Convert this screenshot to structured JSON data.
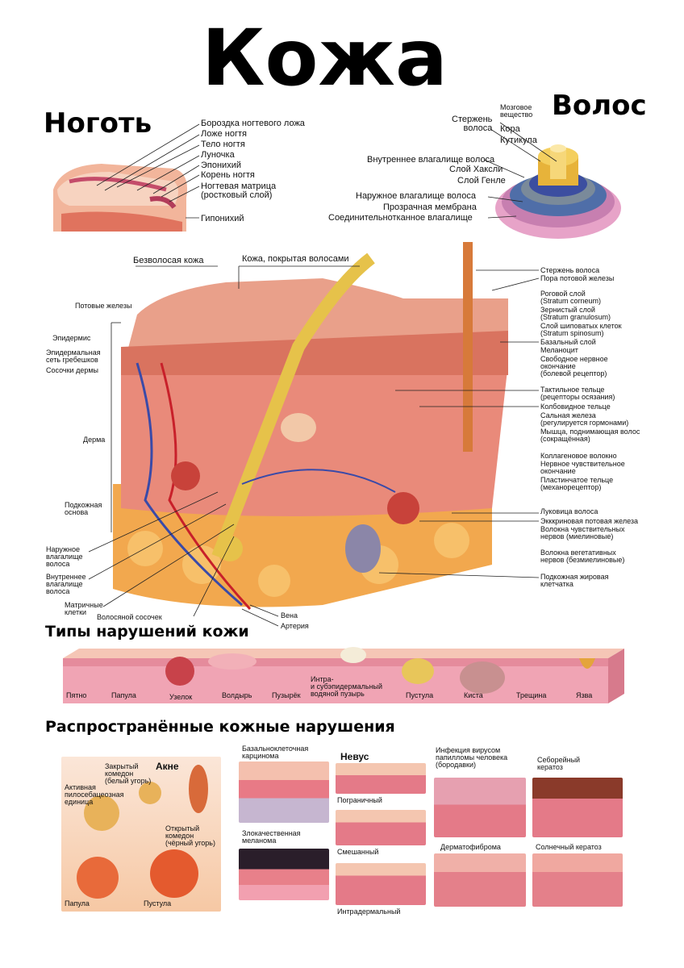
{
  "title": "Кожа",
  "nail": {
    "heading": "Ноготь",
    "labels": [
      "Бороздка ногтевого ложа",
      "Ложе ногтя",
      "Тело ногтя",
      "Луночка",
      "Эпонихий",
      "Корень ногтя",
      "Ногтевая матрица\n(ростковый слой)",
      "Гипонихий"
    ]
  },
  "hair": {
    "heading": "Волос",
    "shaft_label": "Стержень\nволоса",
    "labels": [
      "Мозговое\nвещество",
      "Кора",
      "Кутикула",
      "Внутреннее влагалище волоса",
      "Слой Хаксли",
      "Слой Генле",
      "Наружное влагалище волоса",
      "Прозрачная мембрана",
      "Соединительнотканное влагалище"
    ]
  },
  "skin": {
    "top_labels": [
      "Безволосая кожа",
      "Кожа, покрытая волосами"
    ],
    "left_labels": [
      "Потовые железы",
      "Эпидермис",
      "Эпидермальная\nсеть гребешков",
      "Сосочки дермы",
      "Дерма",
      "Подкожная\nоснова",
      "Наружное\nвлагалище\nволоса",
      "Внутреннее\nвлагалище\nволоса",
      "Матричные\nклетки",
      "Волосяной сосочек"
    ],
    "bottom_labels": [
      "Вена",
      "Артерия"
    ],
    "right_labels": [
      "Стержень волоса",
      "Пора потовой железы",
      "Роговой слой\n(Stratum corneum)",
      "Зернистый слой\n(Stratum granulosum)",
      "Слой шиповатых клеток\n(Stratum spinosum)",
      "Базальный слой",
      "Меланоцит",
      "Свободное нервное\nокончание\n(болевой рецептор)",
      "Тактильное тельце\n(рецепторы осязания)",
      "Колбовидное тельце",
      "Сальная железа\n(регулируется гормонами)",
      "Мышца, поднимающая волос\n(сокращённая)",
      "Коллагеновое волокно",
      "Нервное чувствительное\nокончание",
      "Пластинчатое тельце\n(механорецептор)",
      "Луковица волоса",
      "Экккриновая потовая железа",
      "Волокна чувствительных\nнервов (миелиновые)",
      "Волокна вегетативных\nнервов (безмиелиновые)",
      "Подкожная жировая\nклетчатка"
    ]
  },
  "lesions": {
    "heading": "Типы нарушений кожи",
    "labels": [
      "Пятно",
      "Папула",
      "Узелок",
      "Волдырь",
      "Пузырёк",
      "Интра-\nи субэпидермальный\nводяной пузырь",
      "Пустула",
      "Киста",
      "Трещина",
      "Язва"
    ]
  },
  "common": {
    "heading": "Распространённые кожные нарушения",
    "acne": {
      "title": "Акне",
      "labels": [
        "Закрытый\nкомедон\n(белый угорь)",
        "Активная\nпилосебацеозная\nединица",
        "Открытый\nкомедон\n(чёрный угорь)",
        "Папула",
        "Пустула"
      ]
    },
    "bcc": "Базальноклеточная\nкарцинома",
    "melanoma": "Злокачественная\nмеланома",
    "nevus": {
      "title": "Невус",
      "labels": [
        "Пограничный",
        "Смешанный",
        "Интрадермальный"
      ]
    },
    "hpv": "Инфекция вирусом\nпапилломы человека\n(бородавки)",
    "seb": "Себорейный\nкератоз",
    "dermatofibroma": "Дерматофиброма",
    "actinic": "Солнечный кератоз"
  },
  "colors": {
    "epidermis": "#e9a08a",
    "dermis": "#e98a7a",
    "fat": "#f2a84e",
    "hair": "#e6c24a",
    "vein": "#3a4aa8",
    "artery": "#c8202a"
  }
}
